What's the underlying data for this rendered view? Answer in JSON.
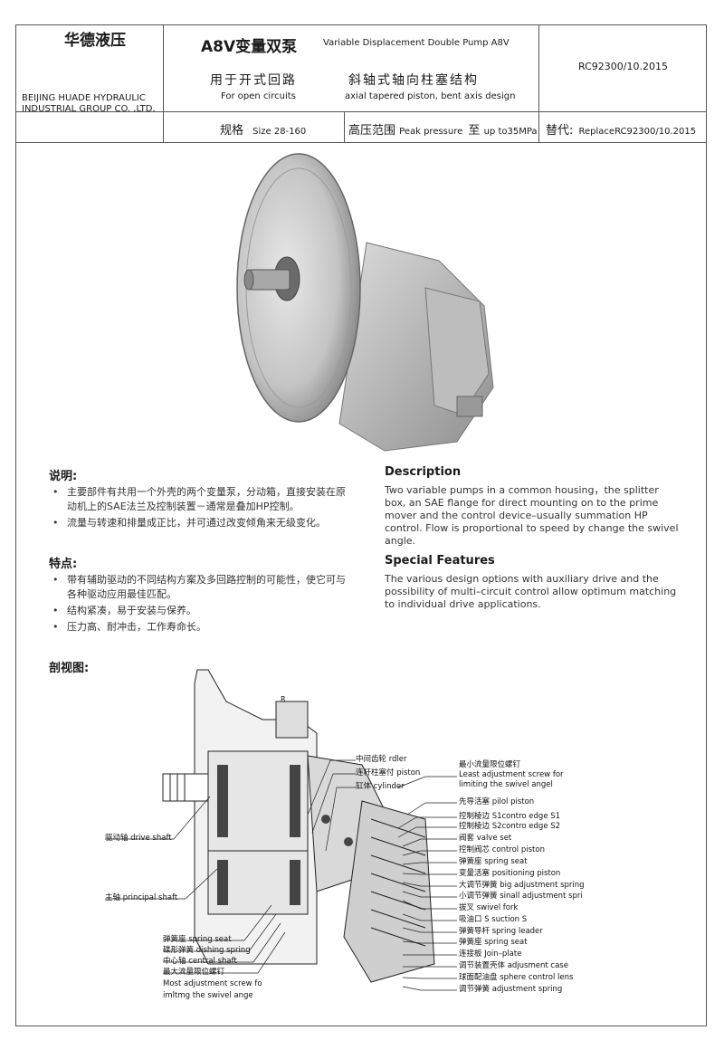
{
  "header": {
    "company_cn": "华德液压",
    "company_en": "BEIJING HUADE HYDRAULIC INDUSTRIAL GROUP CO. ,LTD.",
    "title_cn": "A8V变量双泵",
    "title_en": "Variable Displacement Double Pump A8V",
    "subtitle_left_cn": "用于开式回路",
    "subtitle_left_en": "For open circuits",
    "subtitle_right_cn": "斜轴式轴向柱塞结构",
    "subtitle_right_en": "axial tapered piston, bent axis design",
    "doc_code": "RC92300/10.2015",
    "spec_label_cn": "规格",
    "spec_value": "Size 28-160",
    "pressure_label_cn": "高压范围",
    "pressure_label_en": "Peak pressure",
    "pressure_to_cn": "至",
    "pressure_value": "up to35MPa",
    "replace_label_cn": "替代:",
    "replace_value": "ReplaceRC92300/10.2015"
  },
  "description_cn": {
    "title": "说明:",
    "items": [
      "主要部件有共用一个外壳的两个变量泵，分动箱，直接安装在原动机上的SAE法兰及控制装置－通常是叠加HP控制。",
      "流量与转速和排量成正比，并可通过改变倾角来无级变化。"
    ]
  },
  "features_cn": {
    "title": "特点:",
    "items": [
      "带有辅助驱动的不同结构方案及多回路控制的可能性，使它可与各种驱动应用最佳匹配。",
      "结构紧凑，易于安装与保养。",
      "压力高、耐冲击，工作寿命长。"
    ]
  },
  "description_en": {
    "title": "Description",
    "text": "Two variable pumps in a common housing，the splitter box, an SAE flange for direct mounting on to the prime mover and the control device–usually summation HP control. Flow is proportional to speed by change the swivel angle."
  },
  "features_en": {
    "title": "Special Features",
    "text": "The various design options with auxiliary drive and the possibility of multi–circuit control allow optimum matching to individual drive applications."
  },
  "diagram": {
    "title": "剖视图:",
    "port_label": "R",
    "left_labels": [
      "驱动轴 drive shaft",
      "主轴 principal shaft",
      "弹簧座 spring seat",
      "碟形弹簧 dishing spring",
      "中心轴 central shaft",
      "最大流量限位螺钉",
      "Most adjustment screw fo",
      "imltmg the swivel ange"
    ],
    "center_labels": [
      "中间齿轮 rdler",
      "连杆柱塞付 piston",
      "缸体 cylinder"
    ],
    "right_labels": [
      "最小流量限位螺钉",
      "Least adjustment screw for",
      "limiting the swivel angel",
      "先导活塞 pilol piston",
      "控制棱边 S1contro edge S1",
      "控制棱边 S2contro edge S2",
      "阀套 valve set",
      "控制阀芯 control piston",
      "弹簧座 spring seat",
      "变量活塞 positioning piston",
      "大调节弹簧 big adjustment spring",
      "小调节弹簧 sinall adjustment spri",
      "拔叉 swivel fork",
      "吸油口 S suction S",
      "弹簧导杆 spring leader",
      "弹簧座 spring seat",
      "连接板 Join–plate",
      "调节装置壳体 adjusment case",
      "球面配油盘 sphere control lens",
      "调节弹簧  adjustment spring"
    ]
  }
}
